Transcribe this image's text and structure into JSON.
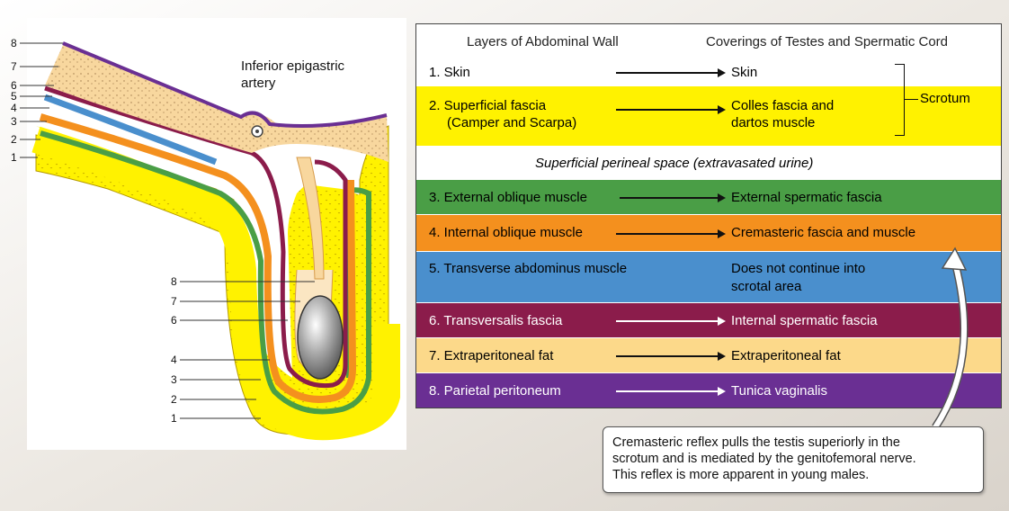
{
  "artery_label": [
    "Inferior epigastric",
    "artery"
  ],
  "left_numbers": [
    "8",
    "7",
    "6",
    "5",
    "4",
    "3",
    "2",
    "1"
  ],
  "mid_numbers": [
    "8",
    "7",
    "6",
    "4",
    "3",
    "2",
    "1"
  ],
  "table": {
    "header_left": "Layers of Abdominal Wall",
    "header_right": "Coverings of Testes and Spermatic Cord",
    "scrotum_label": "Scrotum",
    "perineal_space": "Superficial perineal space (extravasated urine)",
    "rows": [
      {
        "left": [
          "1.  Skin"
        ],
        "right": [
          "Skin"
        ],
        "color": "#ffffff",
        "text_color": "#111111"
      },
      {
        "left": [
          "2.  Superficial fascia",
          "     (Camper and Scarpa)"
        ],
        "right": [
          "Colles fascia and",
          "dartos muscle"
        ],
        "color": "#fff200",
        "text_color": "#111111"
      },
      {
        "left": [
          "3.  External oblique muscle"
        ],
        "right": [
          "External spermatic fascia"
        ],
        "color": "#4a9e46",
        "text_color": "#111111"
      },
      {
        "left": [
          "4.  Internal oblique muscle"
        ],
        "right": [
          "Cremasteric fascia and muscle"
        ],
        "color": "#f4901e",
        "text_color": "#111111"
      },
      {
        "left": [
          "5.  Transverse abdominus muscle"
        ],
        "right": [
          "Does not continue into",
          "scrotal area"
        ],
        "color": "#4a8fcd",
        "text_color": "#111111"
      },
      {
        "left": [
          "6.  Transversalis fascia"
        ],
        "right": [
          "Internal spermatic fascia"
        ],
        "color": "#8b1c4b",
        "text_color": "#ffffff"
      },
      {
        "left": [
          "7.  Extraperitoneal fat"
        ],
        "right": [
          "Extraperitoneal fat"
        ],
        "color": "#fcd98a",
        "text_color": "#111111"
      },
      {
        "left": [
          "8.  Parietal peritoneum"
        ],
        "right": [
          "Tunica vaginalis"
        ],
        "color": "#6a2f93",
        "text_color": "#ffffff"
      }
    ]
  },
  "callout": [
    "Cremasteric reflex pulls the testis superiorly in the",
    "scrotum and is mediated by the genitofemoral nerve.",
    "This reflex is more apparent in young males."
  ]
}
